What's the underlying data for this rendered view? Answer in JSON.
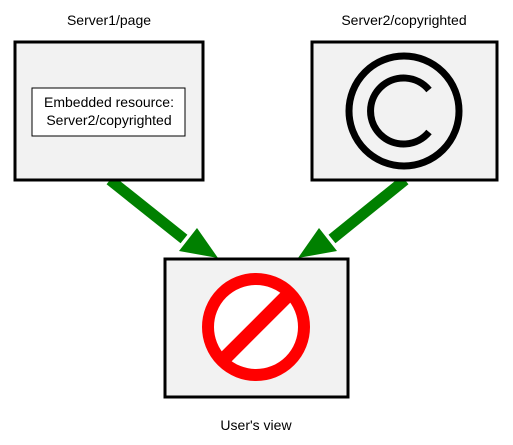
{
  "diagram": {
    "server1": {
      "title": "Server1/page",
      "embedded_lines": [
        "Embedded resource:",
        "Server2/copyrighted"
      ]
    },
    "server2": {
      "title": "Server2/copyrighted",
      "icon": "copyright-symbol-icon"
    },
    "user_view": {
      "caption": "User's view",
      "icon": "prohibited-sign-icon"
    },
    "colors": {
      "box_fill": "#f2f2f2",
      "box_stroke": "#000000",
      "arrow": "#008000",
      "prohibited": "#ff0000"
    }
  }
}
